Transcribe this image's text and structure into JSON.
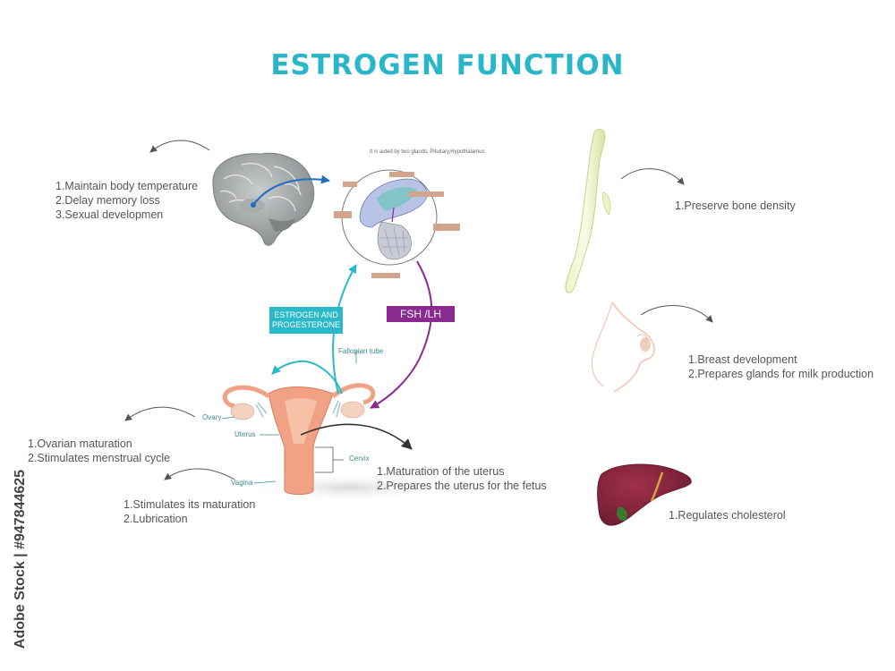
{
  "title": "ESTROGEN FUNCTION",
  "brain_functions": [
    "1.Maintain body temperature",
    "2.Delay memory loss",
    "3.Sexual developmen"
  ],
  "bone_functions": [
    "1.Preserve bone density"
  ],
  "breast_functions": [
    "1.Breast development",
    "2.Prepares glands for milk production"
  ],
  "liver_functions": [
    "1.Regulates cholesterol"
  ],
  "ovary_functions": [
    "1.Ovarian maturation",
    "2.Stimulates menstrual cycle"
  ],
  "uterus_functions": [
    "1.Maturation of the uterus",
    "2.Prepares the uterus for the fetus"
  ],
  "vagina_functions": [
    "1.Stimulates its maturation",
    "2.Lubrication"
  ],
  "tags": {
    "estrogen_progesterone": "ESTROGEN AND PROGESTERONE",
    "fsh_lh": "FSH /LH"
  },
  "anatomy_labels": {
    "fallopian_tube": "Fallopian tube",
    "ovary": "Ovary",
    "uterus": "Uterus",
    "cervix": "Cervix",
    "vagina": "Vagina"
  },
  "pituitary_note": "It is aided by two glands: Pituitary,Hypothalamus",
  "stock_credit": "Adobe Stock | #947844625",
  "colors": {
    "title": "#29b6c8",
    "teal_arrow": "#2ab9c9",
    "purple_arrow": "#8a2a90",
    "blue_arrow": "#1f6fc1",
    "text": "#555555"
  }
}
